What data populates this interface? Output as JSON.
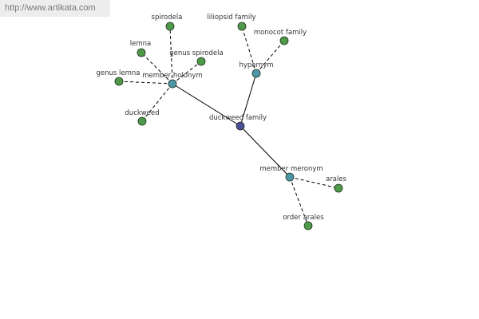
{
  "url": "http://www.artikata.com",
  "colors": {
    "center": "#4a4f96",
    "relation": "#4c97a6",
    "leaf": "#4f9a49",
    "edge": "#000000",
    "node_stroke": "#1f2f1f"
  },
  "center": {
    "label": "duckweed family"
  },
  "relations": [
    {
      "label": "member holonym",
      "children": [
        "spirodela",
        "lemna",
        "genus spirodela",
        "genus lemna",
        "duckweed"
      ]
    },
    {
      "label": "hypernym",
      "children": [
        "liliopsid family",
        "monocot family"
      ]
    },
    {
      "label": "member meronym",
      "children": [
        "arales",
        "order arales"
      ]
    }
  ]
}
